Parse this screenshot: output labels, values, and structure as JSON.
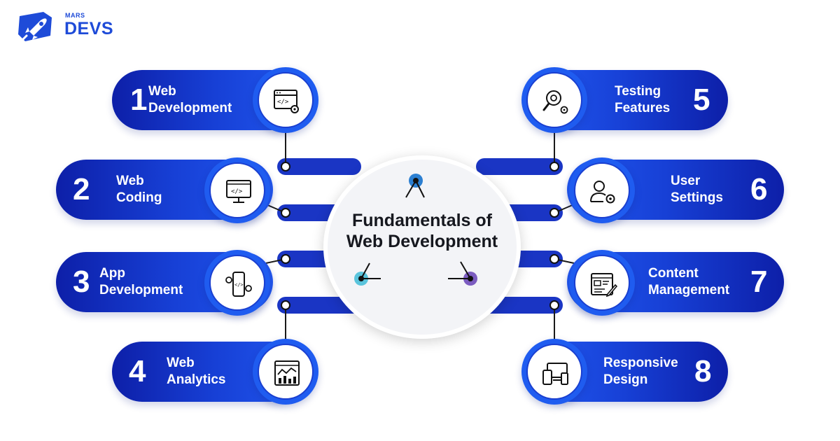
{
  "brand": {
    "small": "MARS",
    "big": "DEVS"
  },
  "center": {
    "title_line1": "Fundamentals of",
    "title_line2": "Web Development"
  },
  "items": [
    {
      "number": "1",
      "line1": "Web",
      "line2": "Development",
      "icon": "code-window-gear-icon"
    },
    {
      "number": "2",
      "line1": "Web",
      "line2": "Coding",
      "icon": "monitor-code-icon"
    },
    {
      "number": "3",
      "line1": "App",
      "line2": "Development",
      "icon": "phone-code-gear-icon"
    },
    {
      "number": "4",
      "line1": "Web",
      "line2": "Analytics",
      "icon": "analytics-chart-icon"
    },
    {
      "number": "5",
      "line1": "Testing",
      "line2": "Features",
      "icon": "magnifier-gear-icon"
    },
    {
      "number": "6",
      "line1": "User",
      "line2": "Settings",
      "icon": "user-gear-icon"
    },
    {
      "number": "7",
      "line1": "Content",
      "line2": "Management",
      "icon": "document-edit-icon"
    },
    {
      "number": "8",
      "line1": "Responsive",
      "line2": "Design",
      "icon": "devices-icon"
    }
  ],
  "colors": {
    "pill_dark": "#0d1fa8",
    "pill_light": "#2157ee",
    "circle_ring": "#1f5cf0",
    "text_dark": "#16181f",
    "dot_blue": "#2b7fd1",
    "dot_cyan": "#5ac4dc",
    "dot_purple": "#7b5cc0"
  }
}
